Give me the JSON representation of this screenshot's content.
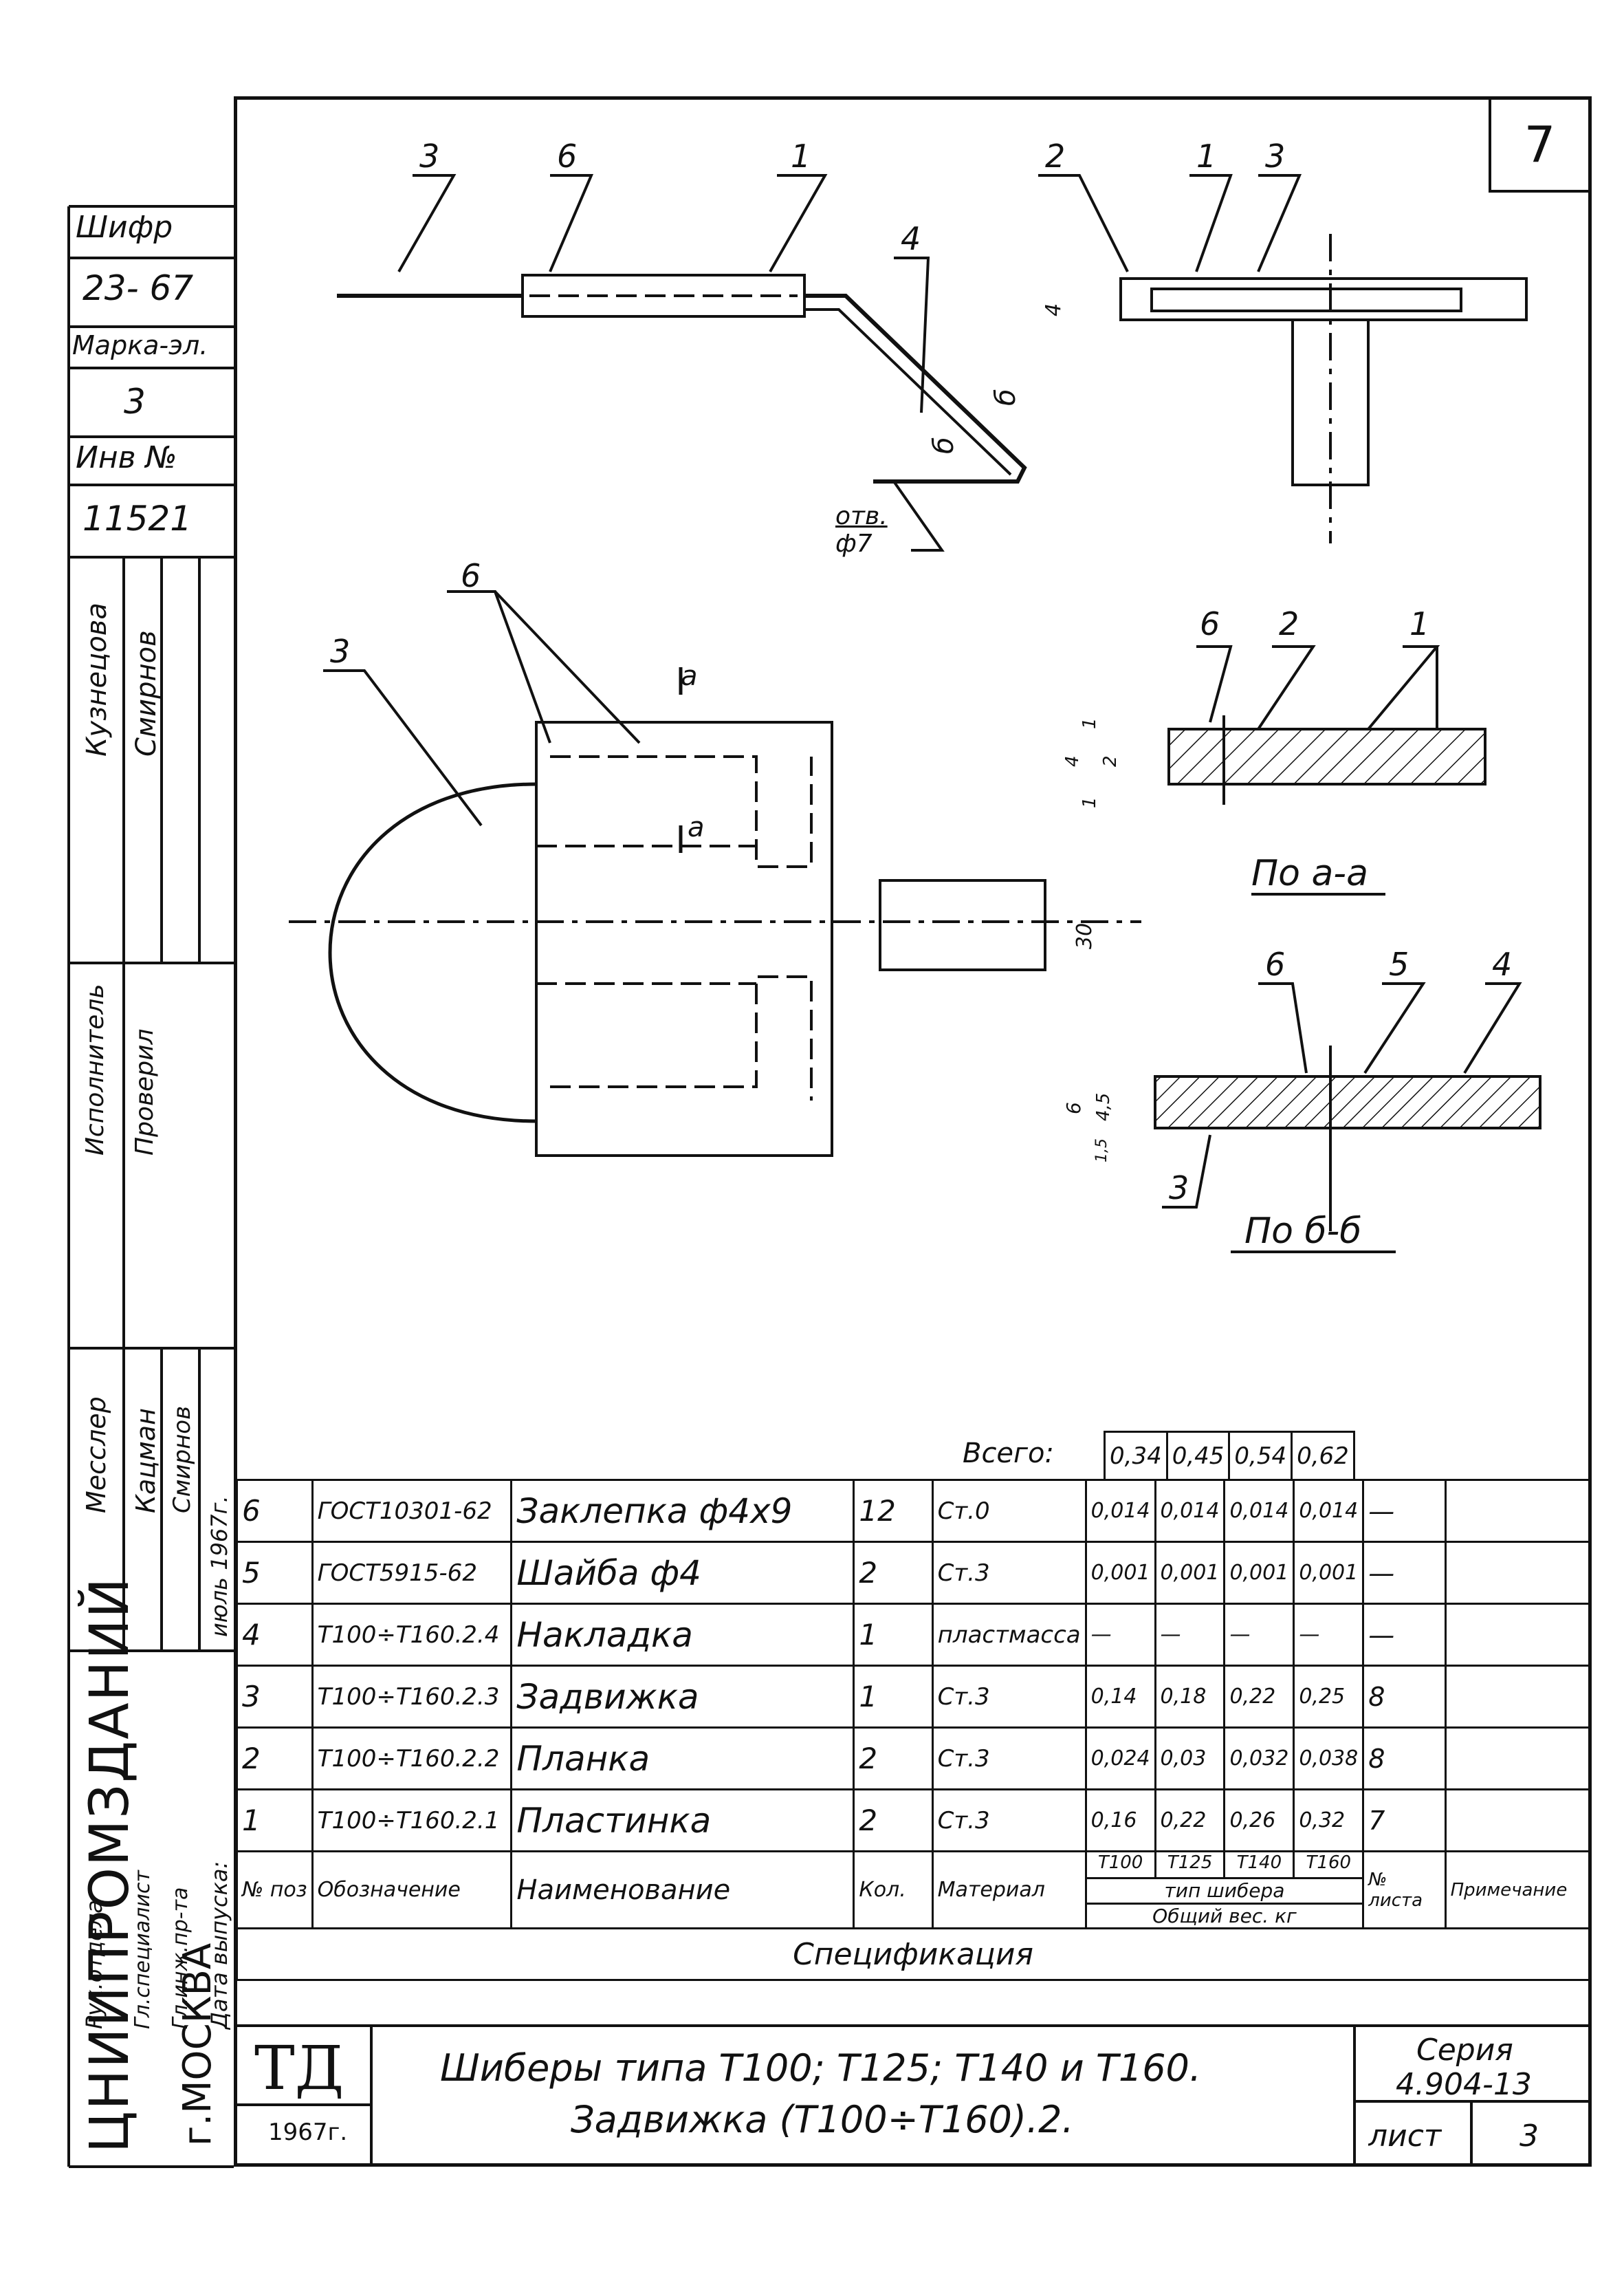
{
  "sheet_number": "7",
  "left_strip": {
    "code_label": "Шифр",
    "code_value": "23- 67",
    "brand_label": "Марка-эл.",
    "brand_value": "3",
    "inv_label": "Инв №",
    "inv_value": "11521",
    "roles": [
      "Рук.отдела",
      "Гл.специалист",
      "Гл.инж.пр-та",
      "Исполнитель",
      "Проверил"
    ],
    "names": [
      "Кузнецова",
      "Смирнов",
      "Кацман",
      "Смирнов",
      "Месслер"
    ],
    "release_label": "Дата выпуска:",
    "release_value": "июль 1967г."
  },
  "drawing": {
    "callouts": [
      "3",
      "6",
      "1",
      "4",
      "2",
      "1",
      "3",
      "6",
      "3",
      "6",
      "2",
      "1",
      "6",
      "5",
      "4",
      "3"
    ],
    "hole_label": "отв.",
    "hole_dia": "ф7",
    "section_marks": [
      "а",
      "а",
      "б",
      "б"
    ],
    "dims": [
      "4",
      "1",
      "2",
      "4",
      "1",
      "30",
      "6",
      "4,5",
      "1,5"
    ],
    "section_aa": "По а-а",
    "section_bb": "По б-б"
  },
  "spec": {
    "total_label": "Всего:",
    "totals": [
      "0,34",
      "0,45",
      "0,54",
      "0,62"
    ],
    "rows": [
      {
        "pos": "6",
        "designation": "ГОСТ10301-62",
        "name": "Заклепка ф4х9",
        "qty": "12",
        "material": "Ст.0",
        "w100": "0,014",
        "w125": "0,014",
        "w140": "0,014",
        "w160": "0,014",
        "sheet": "—",
        "note": ""
      },
      {
        "pos": "5",
        "designation": "ГОСТ5915-62",
        "name": "Шайба ф4",
        "qty": "2",
        "material": "Ст.3",
        "w100": "0,001",
        "w125": "0,001",
        "w140": "0,001",
        "w160": "0,001",
        "sheet": "—",
        "note": ""
      },
      {
        "pos": "4",
        "designation": "Т100÷Т160.2.4",
        "name": "Накладка",
        "qty": "1",
        "material": "пластмасса",
        "w100": "—",
        "w125": "—",
        "w140": "—",
        "w160": "—",
        "sheet": "—",
        "note": ""
      },
      {
        "pos": "3",
        "designation": "Т100÷Т160.2.3",
        "name": "Задвижка",
        "qty": "1",
        "material": "Ст.3",
        "w100": "0,14",
        "w125": "0,18",
        "w140": "0,22",
        "w160": "0,25",
        "sheet": "8",
        "note": ""
      },
      {
        "pos": "2",
        "designation": "Т100÷Т160.2.2",
        "name": "Планка",
        "qty": "2",
        "material": "Ст.3",
        "w100": "0,024",
        "w125": "0,03",
        "w140": "0,032",
        "w160": "0,038",
        "sheet": "8",
        "note": ""
      },
      {
        "pos": "1",
        "designation": "Т100÷Т160.2.1",
        "name": "Пластинка",
        "qty": "2",
        "material": "Ст.3",
        "w100": "0,16",
        "w125": "0,22",
        "w140": "0,26",
        "w160": "0,32",
        "sheet": "7",
        "note": ""
      }
    ],
    "header": {
      "pos": "№ поз",
      "designation": "Обозначение",
      "name": "Наименование",
      "qty": "Кол.",
      "material": "Материал",
      "types": [
        "Т100",
        "Т125",
        "Т140",
        "Т160"
      ],
      "type_label": "тип шибера",
      "weight_label": "Общий вес. кг",
      "sheet": "№ листа",
      "note": "Примечание"
    },
    "caption": "Спецификация"
  },
  "title_block": {
    "org": "ЦНИИПРОМЗДАНИЙ",
    "city": "г.МОСКВА",
    "logo": "ТД",
    "year": "1967г.",
    "title_line1": "Шиберы типа Т100; Т125; Т140 и Т160.",
    "title_line2": "Задвижка (Т100÷Т160).2.",
    "series_label": "Серия",
    "series_value": "4.904-13",
    "sheet_label": "лист",
    "sheet_value": "3"
  }
}
